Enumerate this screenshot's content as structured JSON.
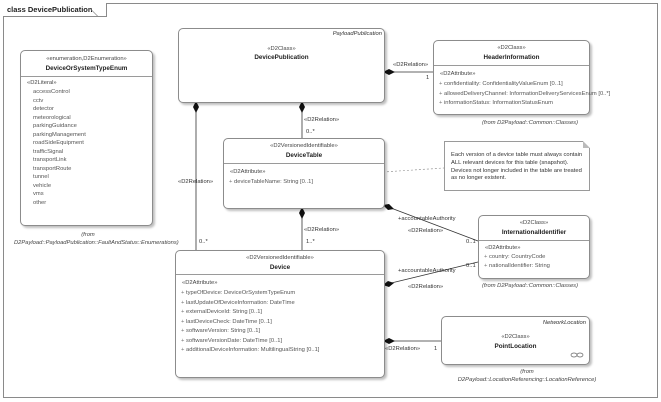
{
  "frame": {
    "title": "class DevicePublication"
  },
  "enum_box": {
    "stereotype": "«enumeration,D2Enumeration»",
    "name": "DeviceOrSystemTypeEnum",
    "section": "«D2Literal»",
    "literals": [
      "accessControl",
      "cctv",
      "detector",
      "meteorological",
      "parkingGuidance",
      "parkingManagement",
      "roadSideEquipment",
      "trafficSignal",
      "transportLink",
      "transportRoute",
      "tunnel",
      "vehicle",
      "vms",
      "other"
    ],
    "from": "(from D2Payload::PayloadPublication::FaultAndStatus::Enumerations)"
  },
  "device_publication": {
    "top_label": "PayloadPublication",
    "stereotype": "«D2Class»",
    "name": "DevicePublication"
  },
  "header_information": {
    "stereotype": "«D2Class»",
    "name": "HeaderInformation",
    "section": "«D2Attribute»",
    "attributes": [
      "confidentiality: ConfidentialityValueEnum [0..1]",
      "allowedDeliveryChannel: InformationDeliveryServicesEnum [0..*]",
      "informationStatus: InformationStatusEnum"
    ],
    "from": "(from D2Payload::Common::Classes)"
  },
  "device_table": {
    "stereotype": "«D2VersionedIdentifiable»",
    "name": "DeviceTable",
    "section": "«D2Attribute»",
    "attributes": [
      "deviceTableName: String [0..1]"
    ]
  },
  "note": {
    "text": "Each version of a device table must always contain ALL relevant devices for this table (snapshot). Devices not longer included in the table are treated as no longer existent."
  },
  "international_identifier": {
    "stereotype": "«D2Class»",
    "name": "InternationalIdentifier",
    "section": "«D2Attribute»",
    "attributes": [
      "country: CountryCode",
      "nationalIdentifier: String"
    ],
    "from": "(from D2Payload::Common::Classes)"
  },
  "device": {
    "stereotype": "«D2VersionedIdentifiable»",
    "name": "Device",
    "section": "«D2Attribute»",
    "attributes": [
      "typeOfDevice: DeviceOrSystemTypeEnum",
      "lastUpdateOfDeviceInformation: DateTime",
      "externalDeviceId: String [0..1]",
      "lastDeviceCheck: DateTime [0..1]",
      "softwareVersion: String [0..1]",
      "softwareVersionDate: DateTime [0..1]",
      "additionalDeviceInformation: MultilingualString [0..1]"
    ]
  },
  "point_location": {
    "top_label": "NetworkLocation",
    "stereotype": "«D2Class»",
    "name": "PointLocation",
    "from": "(from D2Payload::LocationReferencing::LocationReference)"
  },
  "labels": {
    "pub_header_role": "«D2Relation»",
    "pub_header_mult": "1",
    "pub_table_role": "«D2Relation»",
    "pub_table_mult": "0..*",
    "pub_device_role": "«D2Relation»",
    "pub_device_mult": "0..*",
    "table_device_role": "«D2Relation»",
    "table_device_mult": "1..*",
    "table_ii_name": "+accountableAuthority",
    "table_ii_role": "«D2Relation»",
    "table_ii_mult": "0..1",
    "device_ii_name": "+accountableAuthority",
    "device_ii_role": "«D2Relation»",
    "device_ii_mult": "0..1",
    "device_pl_role": "«D2Relation»",
    "device_pl_mult": "1"
  }
}
